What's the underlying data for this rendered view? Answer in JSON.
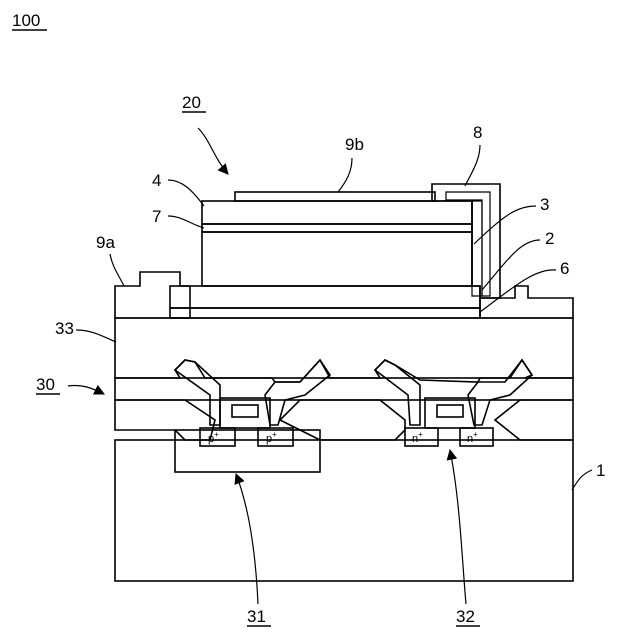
{
  "figure": {
    "ref_main": "100",
    "ref_emitter": "20",
    "ref_circuit": "30",
    "ref_pmos": "31",
    "ref_nmos": "32",
    "ref_substrate": "1",
    "ref_layer2": "2",
    "ref_layer3": "3",
    "ref_layer4": "4",
    "ref_layer6": "6",
    "ref_layer7": "7",
    "ref_layer8": "8",
    "ref_electrode_a": "9a",
    "ref_electrode_b": "9b",
    "ref_interlayer": "33",
    "p_plus": "p",
    "n_plus": "n",
    "sup_plus": "+"
  }
}
